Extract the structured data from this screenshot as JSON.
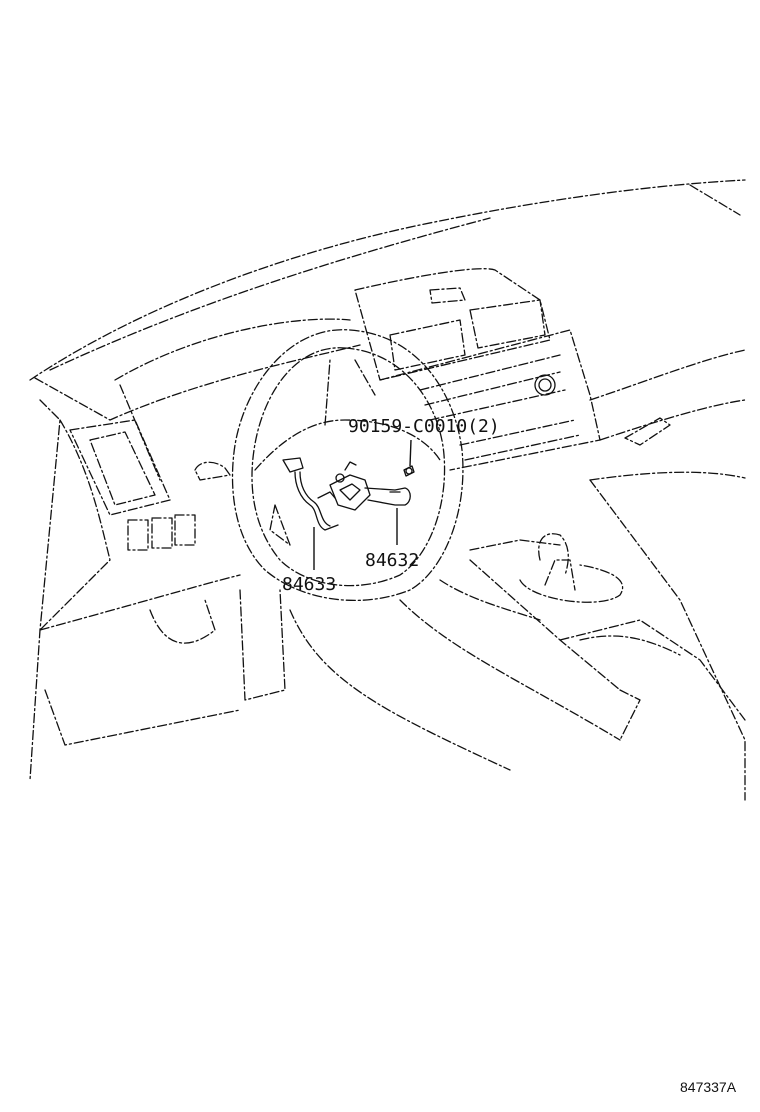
{
  "parts": [
    {
      "id": "bolt",
      "label": "90159-C0010(2)"
    },
    {
      "id": "switch",
      "label": "84632"
    },
    {
      "id": "cable",
      "label": "84633"
    }
  ],
  "reference_code": "847337A"
}
